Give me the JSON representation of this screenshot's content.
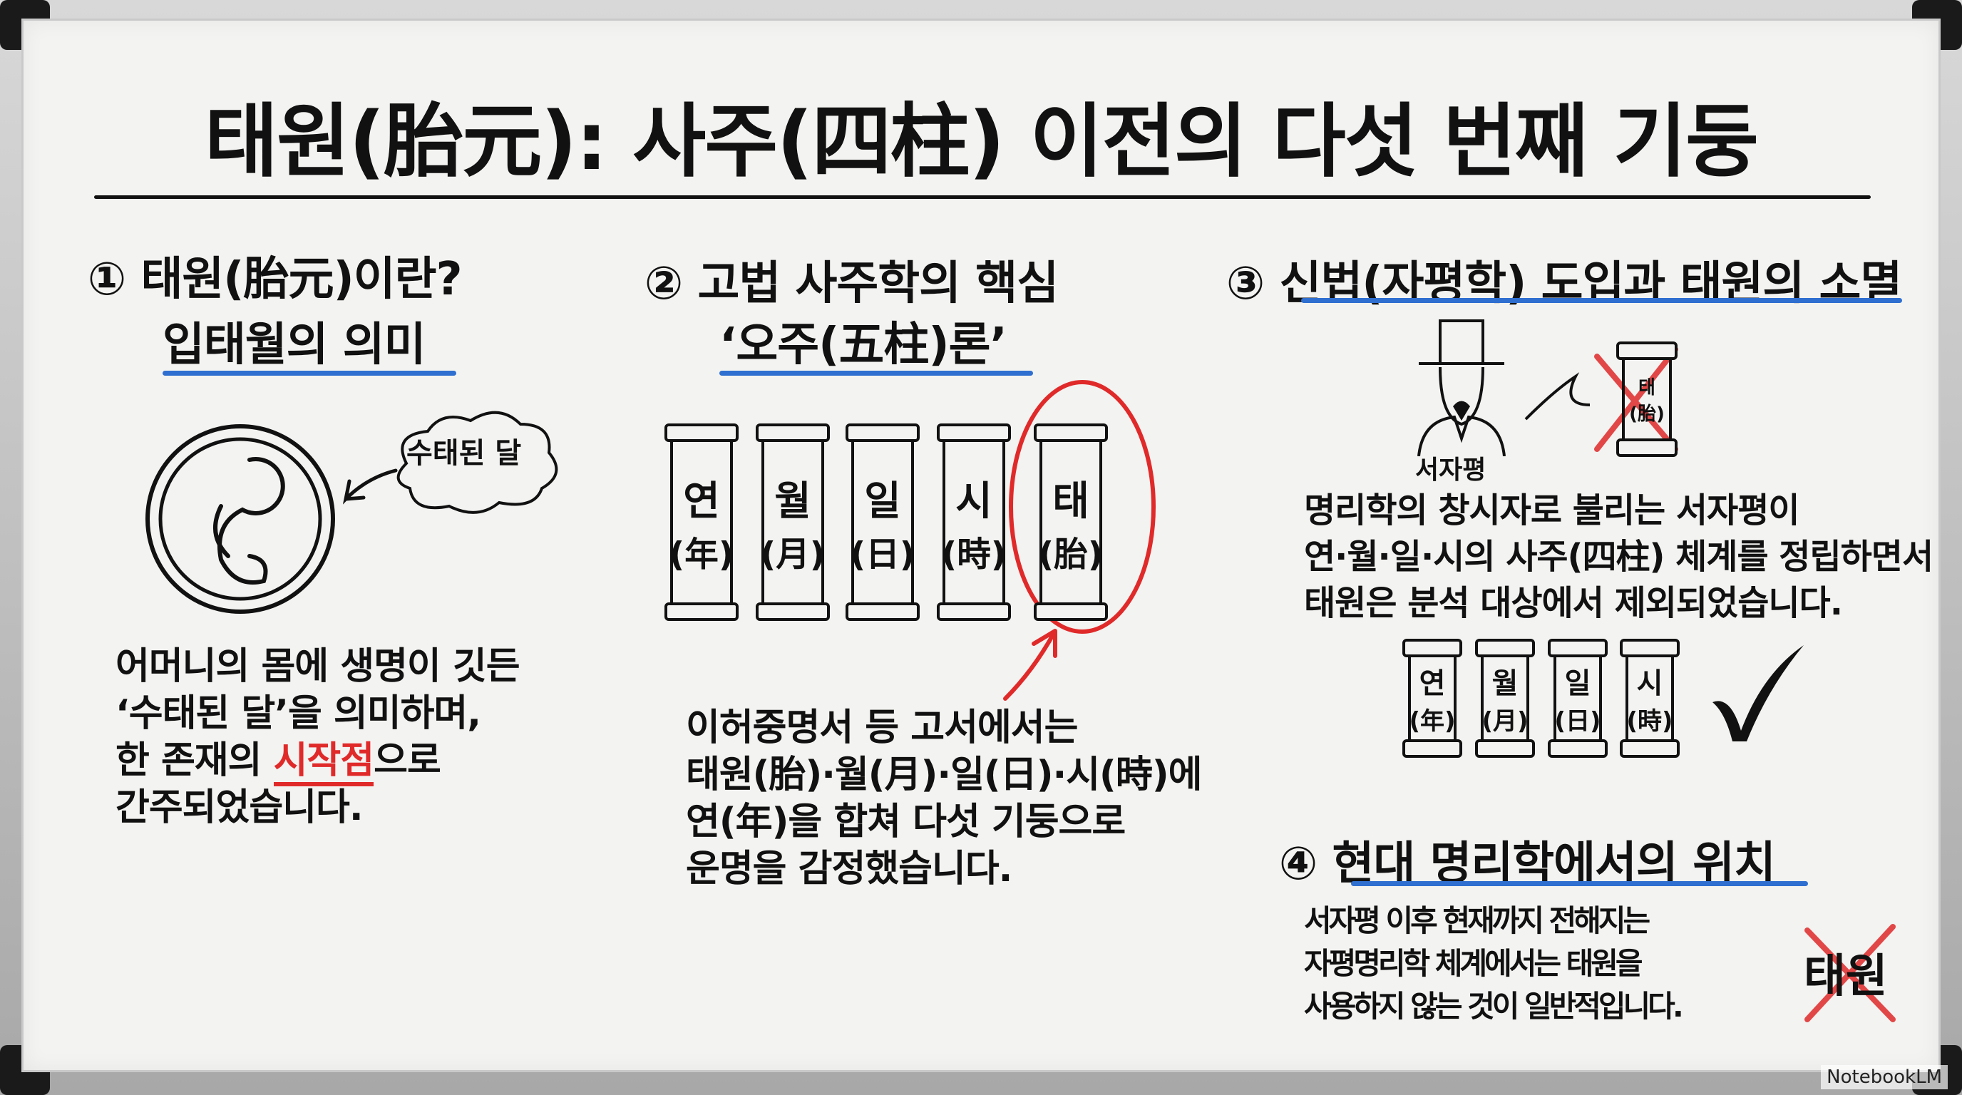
{
  "title": "태원(胎元): 사주(四柱) 이전의 다섯 번째 기둥",
  "sections": [
    {
      "heading_line1": "① 태원(胎元)이란?",
      "heading_line2": "입태월의 의미",
      "bubble": "수태된 달",
      "body": [
        "어머니의 몸에 생명이 깃든",
        "‘수태된 달’을 의미하며,"
      ],
      "body3_pre": "한 존재의 ",
      "body3_highlight": "시작점",
      "body3_post": "으로",
      "body4": "간주되었습니다."
    },
    {
      "heading_line1": "② 고법 사주학의 핵심",
      "heading_line2": "‘오주(五柱)론’",
      "pillars": [
        {
          "ko": "연",
          "hanja": "(年)"
        },
        {
          "ko": "월",
          "hanja": "(月)"
        },
        {
          "ko": "일",
          "hanja": "(日)"
        },
        {
          "ko": "시",
          "hanja": "(時)"
        },
        {
          "ko": "태",
          "hanja": "(胎)"
        }
      ],
      "body": [
        "이허중명서 등 고서에서는",
        "태원(胎)·월(月)·일(日)·시(時)에",
        "연(年)을 합쳐 다섯 기둥으로",
        "운명을 감정했습니다."
      ]
    },
    {
      "heading": "③ 신법(자평학) 도입과 태원의 소멸",
      "figure_label": "서자평",
      "crossed_pillar": {
        "ko": "태",
        "hanja": "(胎)"
      },
      "body": [
        "명리학의 창시자로 불리는 서자평이",
        "연·월·일·시의 사주(四柱) 체계를 정립하면서",
        "태원은 분석 대상에서 제외되었습니다."
      ],
      "pillars": [
        {
          "ko": "연",
          "hanja": "(年)"
        },
        {
          "ko": "월",
          "hanja": "(月)"
        },
        {
          "ko": "일",
          "hanja": "(日)"
        },
        {
          "ko": "시",
          "hanja": "(時)"
        }
      ]
    },
    {
      "heading": "④ 현대 명리학에서의 위치",
      "crossed_word": "태원",
      "body": [
        "서자평 이후 현재까지 전해지는",
        "자평명리학 체계에서는 태원을",
        "사용하지 않는 것이 일반적입니다."
      ]
    }
  ],
  "watermark": "NotebookLM",
  "colors": {
    "accent_blue": "#2f6fd0",
    "accent_red": "#e02a2a",
    "ink": "#111111"
  }
}
